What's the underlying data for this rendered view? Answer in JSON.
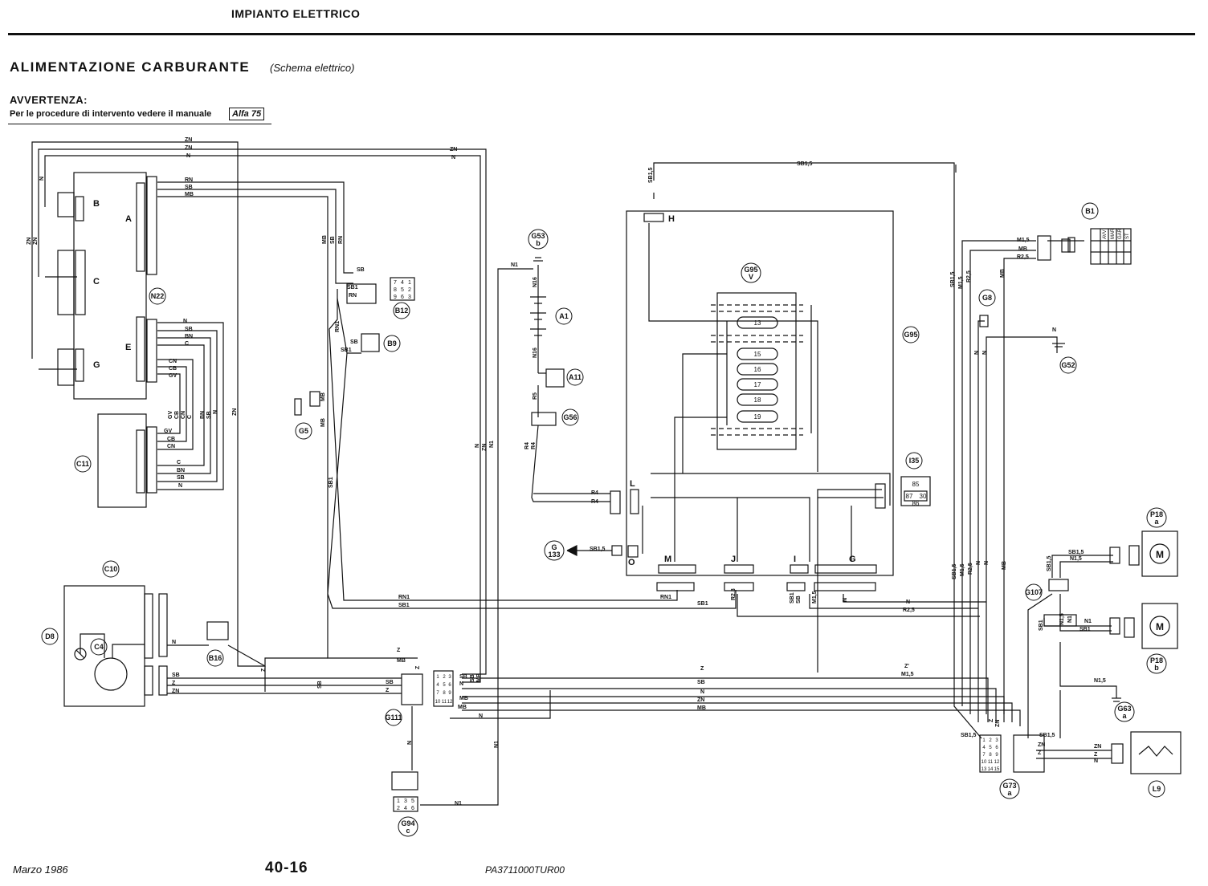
{
  "header": {
    "section": "IMPIANTO ELETTRICO",
    "title": "ALIMENTAZIONE CARBURANTE",
    "subtitle": "(Schema elettrico)"
  },
  "warning": {
    "title": "AVVERTENZA:",
    "text": "Per le procedure di intervento vedere il manuale",
    "badge": "Alfa 75"
  },
  "footer": {
    "date": "Marzo 1986",
    "page": "40-16",
    "code": "PA3711000TUR00"
  },
  "components": {
    "N22": "N22",
    "C11": "C11",
    "C10": "C10",
    "D8": "D8",
    "C4": "C4",
    "B16": "B16",
    "G5": "G5",
    "B12": "B12",
    "B9": "B9",
    "G111": "G111",
    "G94c": [
      "G94",
      "c"
    ],
    "G53b": [
      "G53",
      "b"
    ],
    "A1": "A1",
    "A11": "A11",
    "G56": "G56",
    "G133": [
      "G",
      "133"
    ],
    "G95V": [
      "G95",
      "V"
    ],
    "G95": "G95",
    "I35": "I35",
    "B1": "B1",
    "G8": "G8",
    "G52": "G52",
    "G107": "G107",
    "P18a": [
      "P18",
      "a"
    ],
    "P18b": [
      "P18",
      "b"
    ],
    "G63a": [
      "G63",
      "a"
    ],
    "G73a": [
      "G73",
      "a"
    ],
    "L9": "L9"
  },
  "connector_letters": {
    "N22": [
      "A",
      "B",
      "C",
      "E",
      "G"
    ],
    "G95": [
      "H",
      "L",
      "O",
      "M",
      "J",
      "I",
      "G"
    ]
  },
  "relay_pins": [
    "13",
    "15",
    "16",
    "17",
    "18",
    "19"
  ],
  "i35_pins": [
    "85",
    "87",
    "86",
    "30"
  ],
  "b12_pins": [
    "7",
    "4",
    "1",
    "8",
    "5",
    "2",
    "9",
    "6",
    "3"
  ],
  "g111_pins": [
    "1",
    "2",
    "3",
    "4",
    "5",
    "6",
    "7",
    "8",
    "9",
    "10",
    "11",
    "12"
  ],
  "g73_pins": [
    "1",
    "2",
    "3",
    "4",
    "5",
    "6",
    "7",
    "8",
    "9",
    "10",
    "11",
    "12",
    "13",
    "14",
    "15"
  ],
  "g94_pins": [
    "1",
    "3",
    "5",
    "2",
    "4",
    "6"
  ],
  "b1_switch": [
    "AVV",
    "MAR",
    "GAR",
    "ST"
  ],
  "wires": {
    "ZN": "ZN",
    "N": "N",
    "RN": "RN",
    "SB": "SB",
    "MB": "MB",
    "CN": "CN",
    "CB": "CB",
    "C": "C",
    "GV": "GV",
    "BN": "BN",
    "Z": "Z",
    "SB1": "SB1",
    "SB1_5": "SB1,5",
    "N1": "N1",
    "N1_5": "N1,5",
    "N16": "N16",
    "R5": "R5",
    "R4": "R4",
    "RN1": "RN1",
    "R2_5": "R2,5",
    "R2_3": "R2,3",
    "M1_5": "M1,5",
    "Z_star": "Z'"
  }
}
